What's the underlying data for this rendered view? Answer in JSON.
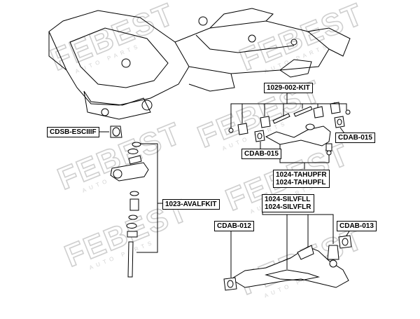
{
  "watermark": {
    "brand": "FEBEST",
    "tagline": "AUTO PARTS"
  },
  "labels": {
    "kit_1029": "1029-002-KIT",
    "cdsb": "CDSB-ESCIIIF",
    "cdab015_right": "CDAB-015",
    "cdab015_left": "CDAB-015",
    "tahupfr": "1024-TAHUPFR",
    "tahupfl": "1024-TAHUPFL",
    "avalfkit": "1023-AVALFKIT",
    "silvfll": "1024-SILVFLL",
    "silvflr": "1024-SILVFLR",
    "cdab012": "CDAB-012",
    "cdab013": "CDAB-013"
  },
  "colors": {
    "line": "#000000",
    "watermark": "#cfcfcf",
    "background": "#ffffff"
  }
}
